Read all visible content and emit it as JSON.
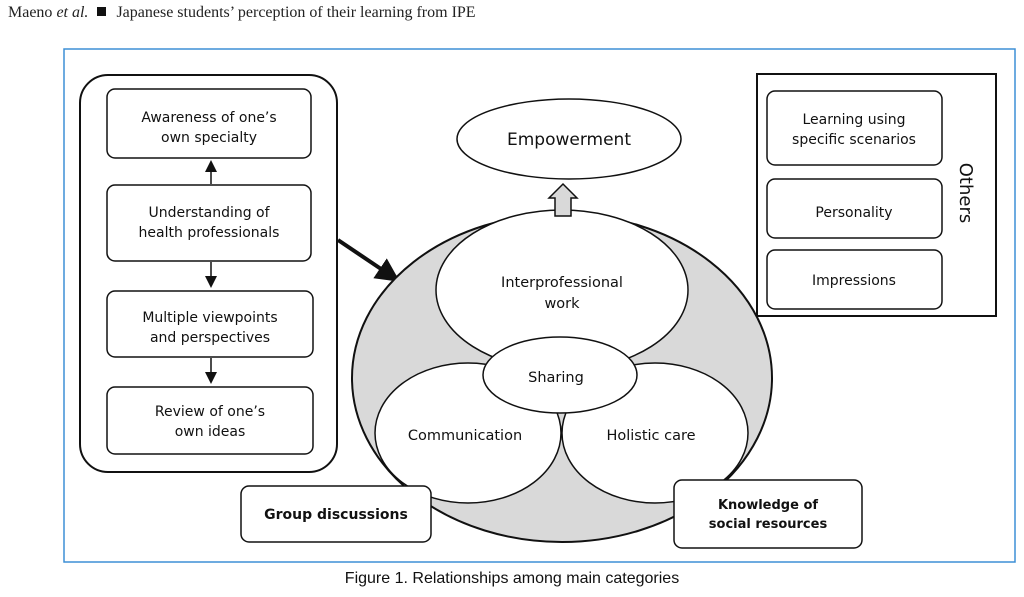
{
  "header": {
    "author": "Maeno",
    "etal": "et al.",
    "title": "Japanese students’ perception of their learning from IPE"
  },
  "diagram": {
    "left_group": {
      "boxes": [
        {
          "line1": "Awareness of one’s",
          "line2": "own specialty"
        },
        {
          "line1": "Understanding of",
          "line2": "health professionals"
        },
        {
          "line1": "Multiple viewpoints",
          "line2": "and perspectives"
        },
        {
          "line1": "Review of one’s",
          "line2": "own ideas"
        }
      ]
    },
    "empowerment": "Empowerment",
    "center": {
      "interprofessional": {
        "line1": "Interprofessional",
        "line2": "work"
      },
      "sharing": "Sharing",
      "communication": "Communication",
      "holistic": "Holistic care"
    },
    "group_discussions": "Group discussions",
    "knowledge": {
      "line1": "Knowledge of",
      "line2": "social resources"
    },
    "others": {
      "label": "Others",
      "items": [
        "Learning using|specific scenarios",
        "Personality",
        "Impressions"
      ],
      "item1_line1": "Learning using",
      "item1_line2": "specific scenarios",
      "item2": "Personality",
      "item3": "Impressions"
    }
  },
  "caption": "Figure 1. Relationships among main categories",
  "colors": {
    "frame": "#3d8fd6",
    "outer_ellipse_fill": "#d9d9d9",
    "stroke": "#111111"
  }
}
